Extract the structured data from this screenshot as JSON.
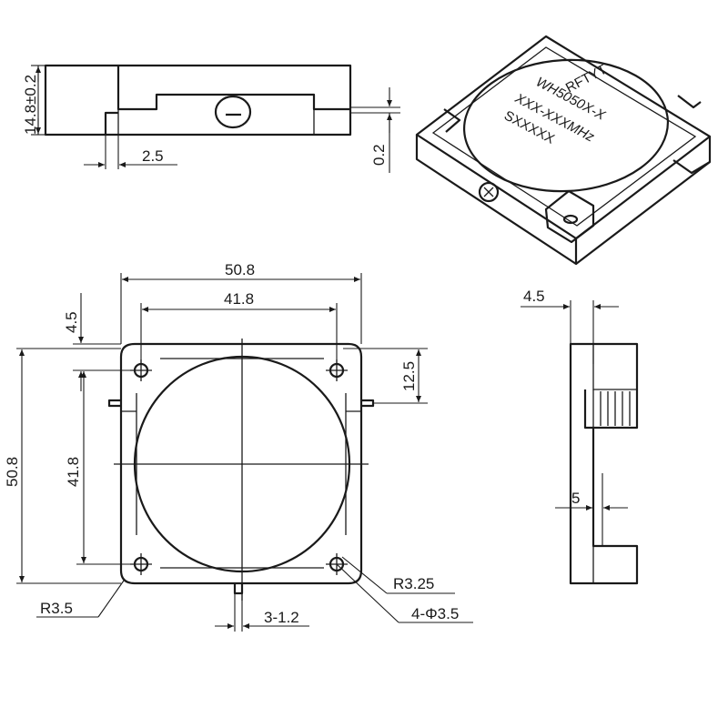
{
  "top_view": {
    "height_label": "14.8±0.2",
    "offset_label": "2.5",
    "gap_label": "0.2"
  },
  "product": {
    "brand": "RFTYT",
    "model": "WH5050X-X",
    "freq": "XXX-XXXMHz",
    "serial": "SXXXXX"
  },
  "front_view": {
    "width_label": "50.8",
    "hole_span_x_label": "41.8",
    "top_offset_label": "4.5",
    "height_label": "50.8",
    "hole_span_y_label": "41.8",
    "tab_offset_label": "12.5",
    "corner_radius_label": "R3.5",
    "hole_radius_label": "R3.25",
    "pin_label": "3-1.2",
    "holes_label": "4-Φ3.5"
  },
  "side_view": {
    "thickness_label": "4.5",
    "step_label": "5"
  }
}
